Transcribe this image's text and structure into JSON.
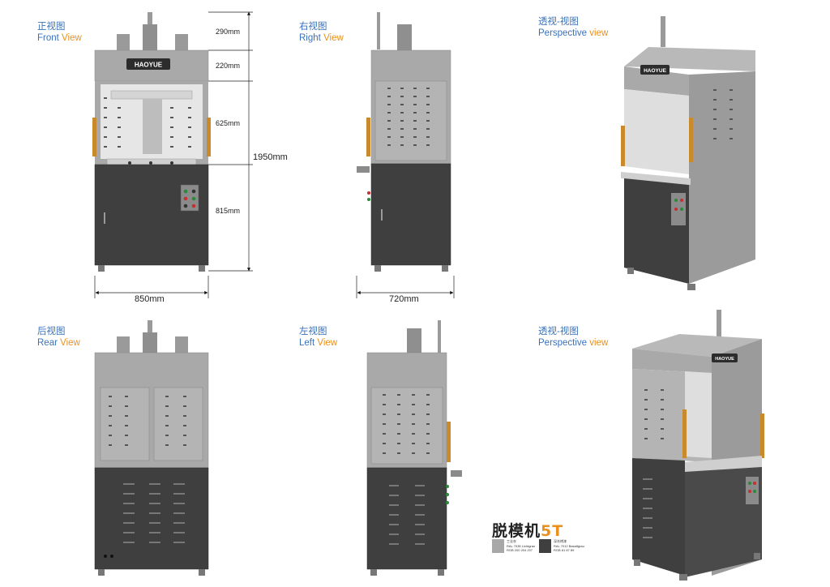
{
  "views": {
    "front": {
      "cn": "正视图",
      "en_main": "Front",
      "en_accent": "View"
    },
    "right": {
      "cn": "右视图",
      "en_main": "Right",
      "en_accent": "View"
    },
    "persp1": {
      "cn": "透视-视图",
      "en_main": "Perspective",
      "en_accent": "view"
    },
    "rear": {
      "cn": "后视图",
      "en_main": "Rear",
      "en_accent": "View"
    },
    "left": {
      "cn": "左视图",
      "en_main": "Left",
      "en_accent": "View"
    },
    "persp2": {
      "cn": "透视-视图",
      "en_main": "Perspective",
      "en_accent": "view"
    }
  },
  "dimensions": {
    "top": "290mm",
    "header": "220mm",
    "window": "625mm",
    "base": "815mm",
    "total": "1950mm",
    "width": "850mm",
    "depth": "720mm"
  },
  "brand": "HAOYUE",
  "product": {
    "name": "脱模机",
    "tonnage": "5T"
  },
  "colors": {
    "grey": {
      "hex": "#a8a8a8",
      "line1": "工业灰",
      "line2": "RAL 7035 Lichtgrau",
      "line3": "RGB 200 204 207"
    },
    "dark": {
      "hex": "#3f3f3f",
      "line1": "深灰烤漆",
      "line2": "RAL 7012 Basaltgrau",
      "line3": "RGB 81 87 89"
    }
  }
}
